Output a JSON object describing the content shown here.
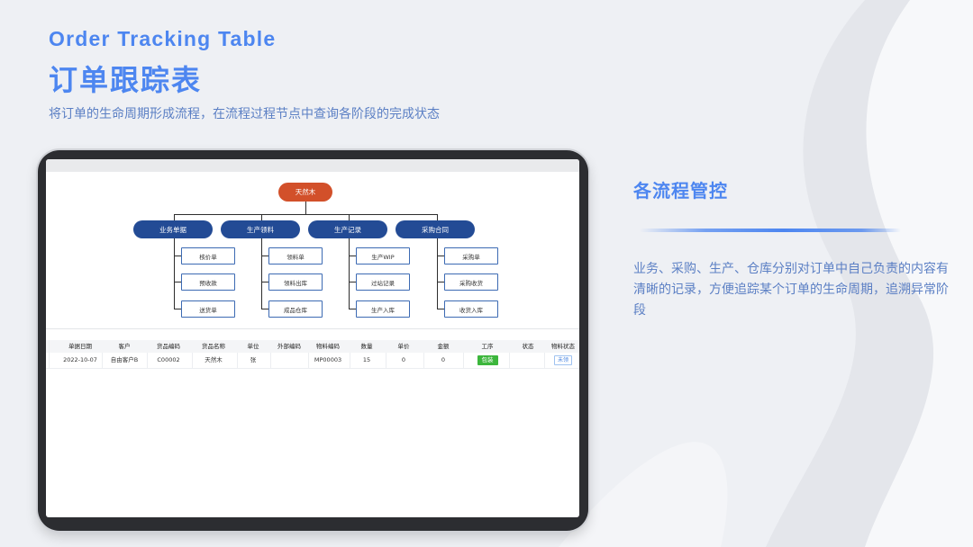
{
  "header": {
    "title_en": "Order Tracking Table",
    "title_zh": "订单跟踪表",
    "subtitle": "将订单的生命周期形成流程，在流程过程节点中查询各阶段的完成状态"
  },
  "org_chart": {
    "root": "天然木",
    "categories": [
      {
        "label": "业务单据",
        "leaves": [
          "核价单",
          "预收款",
          "送货单"
        ]
      },
      {
        "label": "生产领料",
        "leaves": [
          "领料单",
          "领料出库",
          "成品仓库"
        ]
      },
      {
        "label": "生产记录",
        "leaves": [
          "生产WIP",
          "过站记录",
          "生产入库"
        ]
      },
      {
        "label": "采购合同",
        "leaves": [
          "采购单",
          "采购收货",
          "收货入库"
        ]
      }
    ]
  },
  "table": {
    "columns": [
      "单据日期",
      "客户",
      "货品编码",
      "货品名称",
      "单位",
      "外部编码",
      "物料编码",
      "数量",
      "单价",
      "金额",
      "工序",
      "状态",
      "物料状态"
    ],
    "row": {
      "date": "2022-10-07",
      "customer": "自由客户B",
      "product_code": "C00002",
      "product_name": "天然木",
      "unit": "张",
      "external_code": "",
      "material_code": "MP00003",
      "quantity": "15",
      "unit_price": "0",
      "amount": "0",
      "process": "包装",
      "status": "",
      "material_status": "未领"
    }
  },
  "right_panel": {
    "title": "各流程管控",
    "description": "业务、采购、生产、仓库分别对订单中自己负责的内容有清晰的记录，方便追踪某个订单的生命周期，追溯异常阶段"
  },
  "colors": {
    "accent": "#4d86f0",
    "text_blue": "#5b7fc4",
    "root_node": "#d2502a",
    "category_node": "#234b95",
    "badge_green": "#3cb63c"
  }
}
